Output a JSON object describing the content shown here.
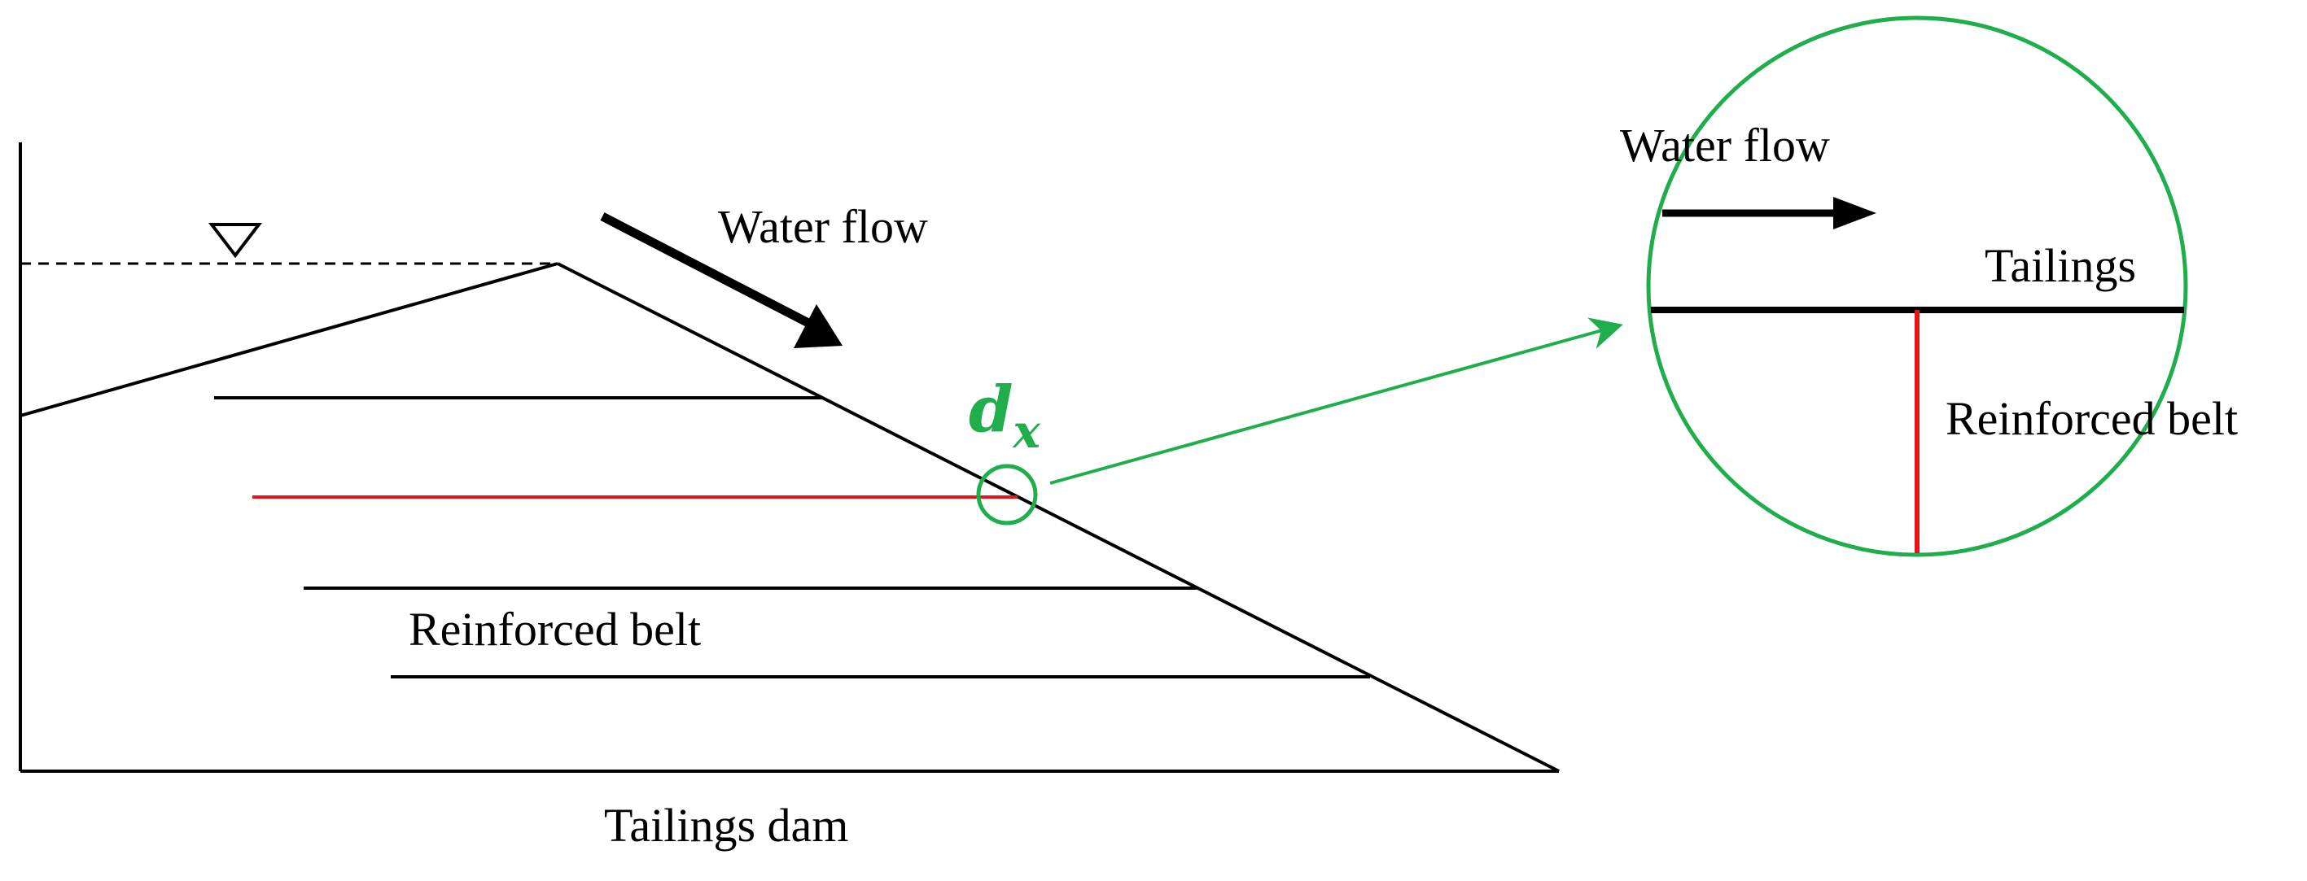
{
  "labels": {
    "water_flow_main": "Water flow",
    "reinforced_belt_main": "Reinforced belt",
    "tailings_dam": "Tailings dam",
    "water_flow_detail": "Water flow",
    "tailings_detail": "Tailings",
    "reinforced_belt_detail": "Reinforced belt"
  },
  "symbol": {
    "base": "d",
    "subscript": "x"
  },
  "colors": {
    "outline": "#000000",
    "highlight_green": "#1fae4b",
    "belt_red": "#e8141c"
  },
  "icons": {
    "water_level": "inverted-triangle-icon",
    "flow_arrow": "bold-arrow-icon"
  }
}
